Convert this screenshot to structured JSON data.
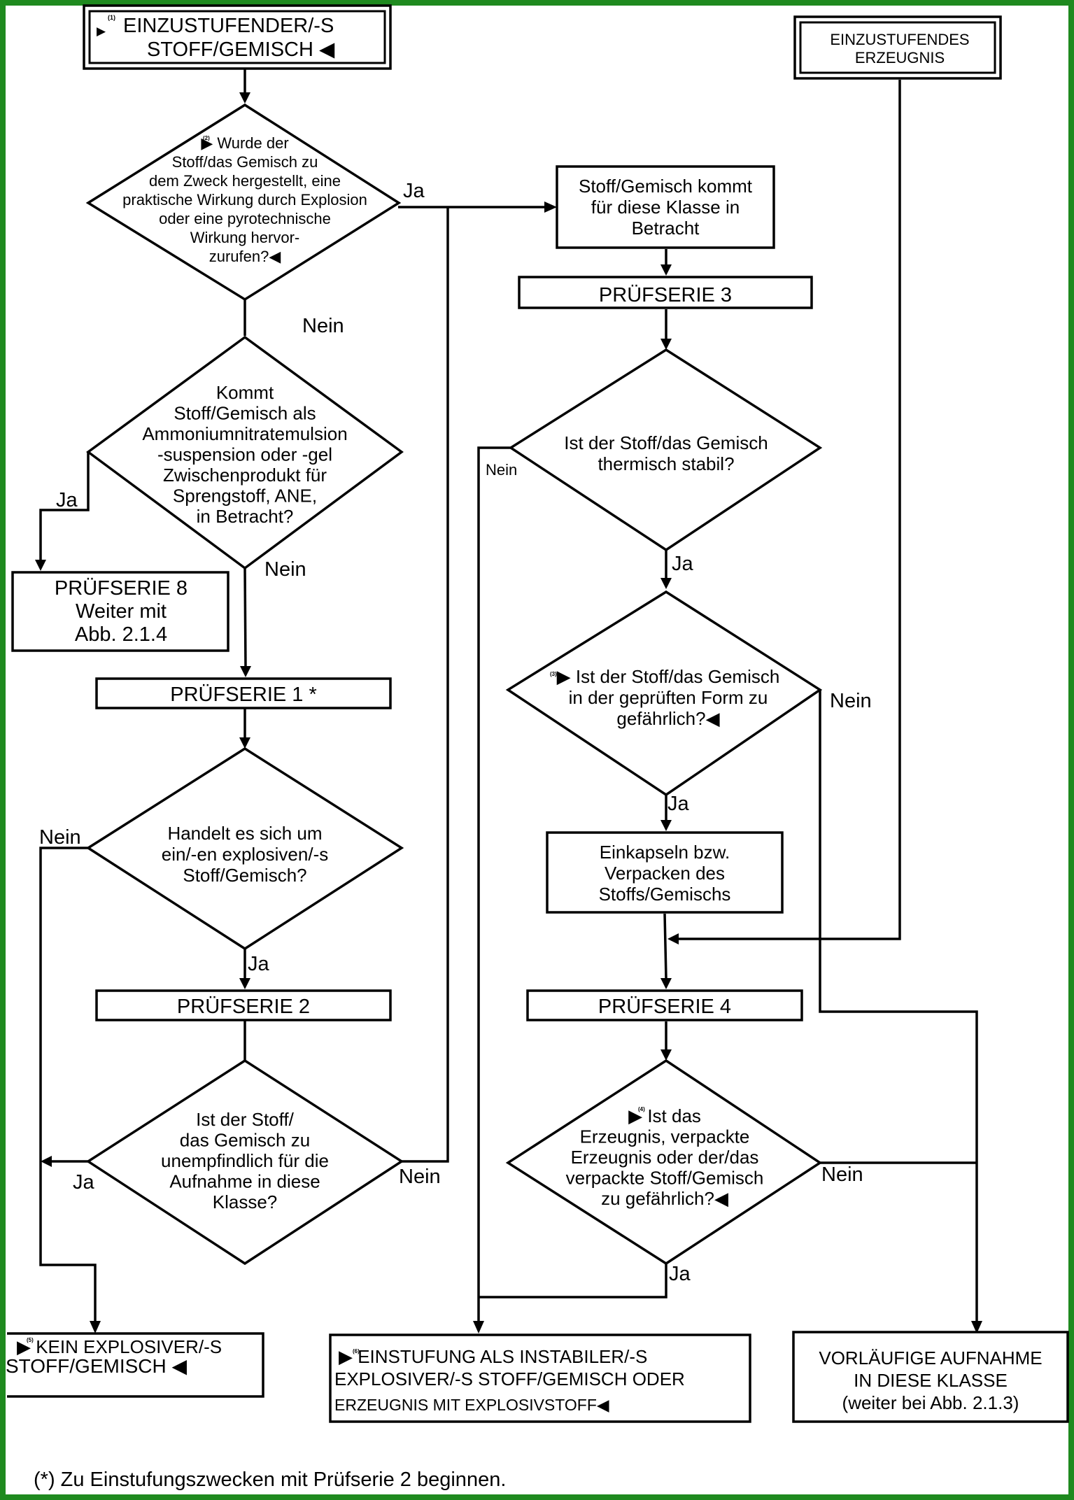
{
  "border_color": "#1f8a1f",
  "footnote": "(*)   Zu Einstufungszwecken mit Prüfserie 2 beginnen.",
  "labels": {
    "ja": "Ja",
    "nein": "Nein"
  },
  "start_box": {
    "marker": "▶",
    "footnote_ref": "(1)",
    "line1": "EINZUSTUFENDER/-S",
    "line2": "STOFF/GEMISCH ◀"
  },
  "product_box": {
    "line1": "EINZUSTUFENDES",
    "line2": "ERZEUGNIS"
  },
  "q1": {
    "footnote_ref": "(2)",
    "lines": [
      "▶ Wurde der",
      "Stoff/das Gemisch zu",
      "dem Zweck hergestellt, eine",
      "praktische Wirkung durch Explosion",
      "oder eine pyrotechnische",
      "Wirkung  hervor-",
      "zurufen?◀"
    ]
  },
  "considered_box": {
    "lines": [
      "Stoff/Gemisch kommt",
      "für diese Klasse in",
      "Betracht"
    ]
  },
  "q2": {
    "lines": [
      "Kommt",
      "Stoff/Gemisch als",
      "Ammoniumnitratemulsion",
      "-suspension oder -gel",
      "Zwischenprodukt für",
      "Sprengstoff, ANE,",
      "in Betracht?"
    ]
  },
  "series8_box": {
    "lines": [
      "PRÜFSERIE 8",
      "Weiter mit",
      "Abb. 2.1.4"
    ]
  },
  "series1": "PRÜFSERIE 1   *",
  "series2": "PRÜFSERIE 2",
  "series3": "PRÜFSERIE 3",
  "series4": "PRÜFSERIE 4",
  "q3": {
    "lines": [
      "Handelt es sich um",
      "ein/-en explosiven/-s",
      "Stoff/Gemisch?"
    ]
  },
  "q4": {
    "lines": [
      "Ist der Stoff/",
      "das Gemisch zu",
      "unempfindlich für die",
      "Aufnahme in diese",
      "Klasse?"
    ]
  },
  "q5": {
    "lines": [
      "Ist der Stoff/das Gemisch",
      "thermisch stabil?"
    ]
  },
  "q6": {
    "footnote_ref": "(3)",
    "lines": [
      "▶ Ist der Stoff/das Gemisch",
      "in der geprüften Form zu",
      "gefährlich?◀"
    ]
  },
  "encapsulate_box": {
    "lines": [
      "Einkapseln bzw.",
      "Verpacken des",
      "Stoffs/Gemischs"
    ]
  },
  "q7": {
    "footnote_ref": "(4)",
    "lines": [
      "▶ Ist  das",
      "Erzeugnis, verpackte",
      "Erzeugnis oder der/das",
      "verpackte Stoff/Gemisch",
      "zu gefährlich?◀"
    ]
  },
  "result_not_explosive": {
    "footnote_ref": "(5)",
    "line1": "▶ KEIN EXPLOSIVER/-S",
    "line2": "STOFF/GEMISCH ◀"
  },
  "result_unstable": {
    "footnote_ref": "(6)",
    "line1": "▶ EINSTUFUNG ALS INSTABILER/-S",
    "line2": "EXPLOSIVER/-S STOFF/GEMISCH ODER",
    "line3": "ERZEUGNIS MIT EXPLOSIVSTOFF◀"
  },
  "result_provisional": {
    "lines": [
      "VORLÄUFIGE AUFNAHME",
      "IN DIESE KLASSE",
      "(weiter bei Abb. 2.1.3)"
    ]
  }
}
